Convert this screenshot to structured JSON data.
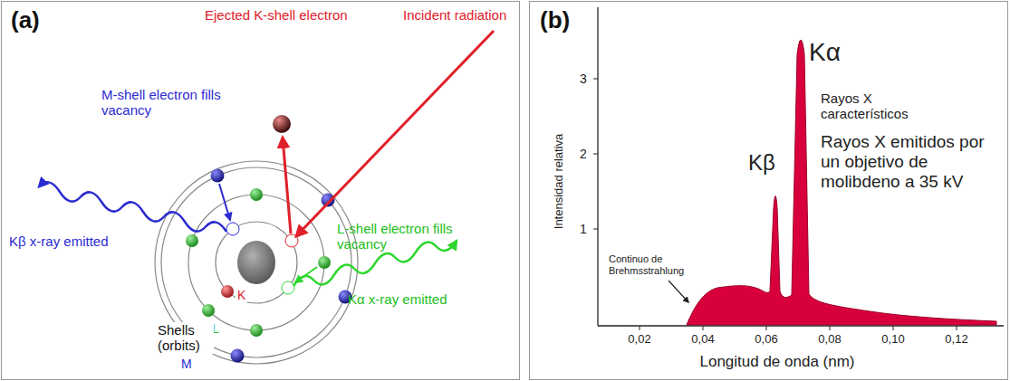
{
  "diagram": {
    "labels": [
      "(a)",
      "Ejected K-shell electron",
      "Incident radiation",
      "M-shell electron fills vacancy",
      "L-shell electron fills vacancy",
      "Kβ x-ray emitted",
      "Kα x-ray emitted",
      "K",
      "L",
      "M",
      "Shells (orbits)",
      "(b)",
      "3",
      "2",
      "1",
      "Intensidad relativa",
      "Kα",
      "Kβ",
      "Rayos X característicos",
      "Rayos X emitidos por un objetivo de molibdeno a 35 kV",
      "Continuo de Brehmsstrahlung",
      "0,02",
      "0,04",
      "0,06",
      "0,08",
      "0,10",
      "0,12",
      "Longitud de onda (nm)"
    ]
  }
}
